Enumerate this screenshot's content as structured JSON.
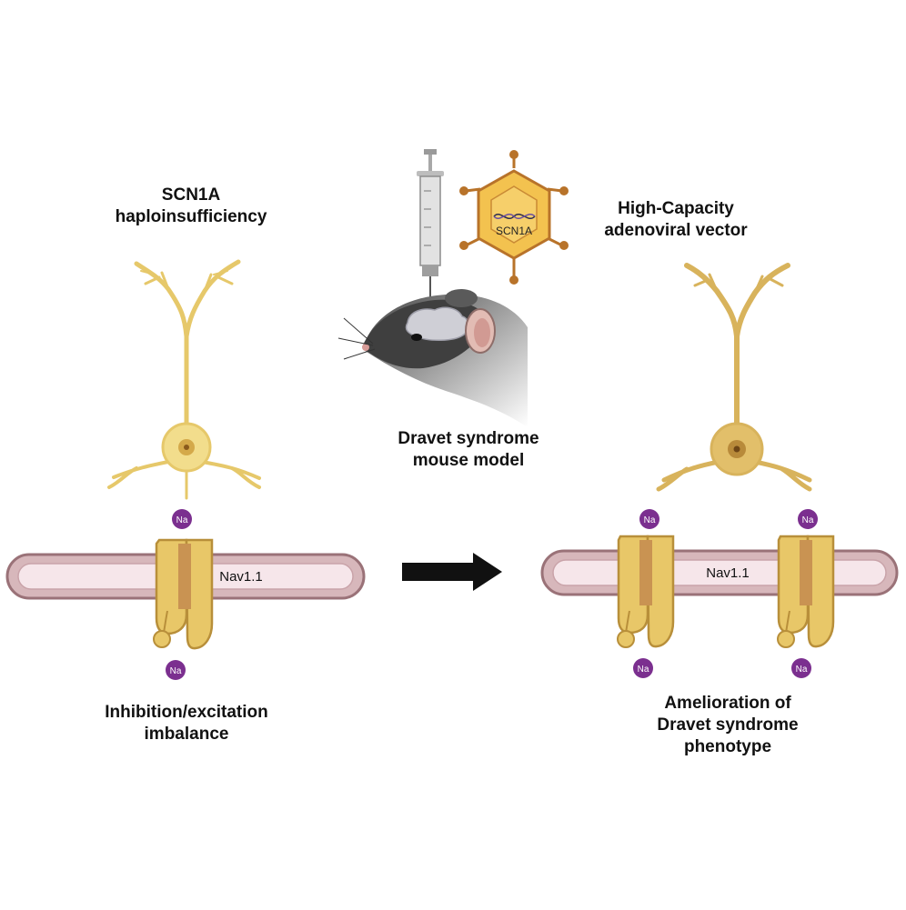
{
  "labels": {
    "left_title": [
      "SCN1A",
      "haploinsufficiency"
    ],
    "vector_title": [
      "High-Capacity",
      "adenoviral vector"
    ],
    "virus_gene": "SCN1A",
    "mouse_caption": [
      "Dravet syndrome",
      "mouse model"
    ],
    "left_caption": [
      "Inhibition/excitation",
      "imbalance"
    ],
    "right_caption": [
      "Amelioration of",
      "Dravet syndrome",
      "phenotype"
    ],
    "channel_label": "Nav1.1",
    "ion_label": "Na"
  },
  "colors": {
    "neuron_left": "#ead27a",
    "neuron_right": "#d7b257",
    "channel_outer": "#e6c667",
    "channel_inner": "#c9924f",
    "membrane_fill": "#f6e6ea",
    "membrane_border": "#9a7278",
    "ion": "#7b2f8f",
    "arrow": "#111111",
    "virus": "#e8a93a"
  }
}
